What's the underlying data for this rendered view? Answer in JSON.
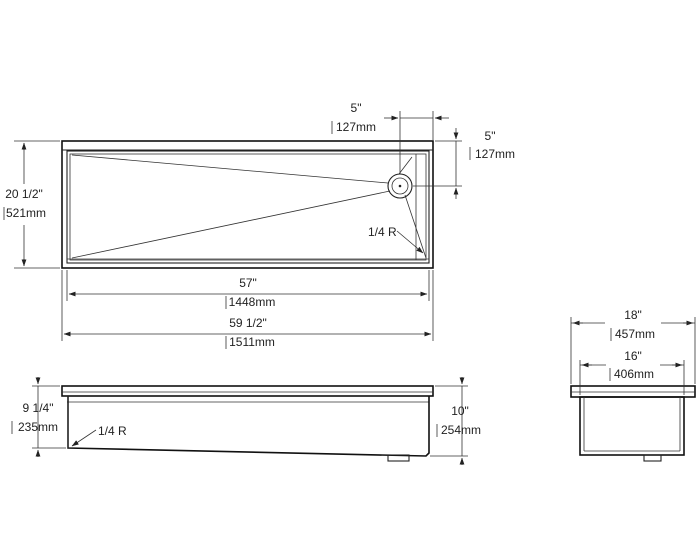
{
  "colors": {
    "line": "#222222",
    "background": "#ffffff"
  },
  "top_view": {
    "drain_offset_x": {
      "imperial": "5\"",
      "metric": "127mm"
    },
    "drain_offset_y": {
      "imperial": "5\"",
      "metric": "127mm"
    },
    "depth": {
      "imperial": "20 1/2\"",
      "metric": "521mm"
    },
    "bowl_length": {
      "imperial": "57\"",
      "metric": "1448mm"
    },
    "overall_length": {
      "imperial": "59 1/2\"",
      "metric": "1511mm"
    },
    "corner_radius": "1/4 R"
  },
  "front_view": {
    "shallow_depth": {
      "imperial": "9 1/4\"",
      "metric": "235mm"
    },
    "deep_depth": {
      "imperial": "10\"",
      "metric": "254mm"
    },
    "corner_radius": "1/4 R"
  },
  "side_view": {
    "overall_width": {
      "imperial": "18\"",
      "metric": "457mm"
    },
    "bowl_width": {
      "imperial": "16\"",
      "metric": "406mm"
    }
  }
}
